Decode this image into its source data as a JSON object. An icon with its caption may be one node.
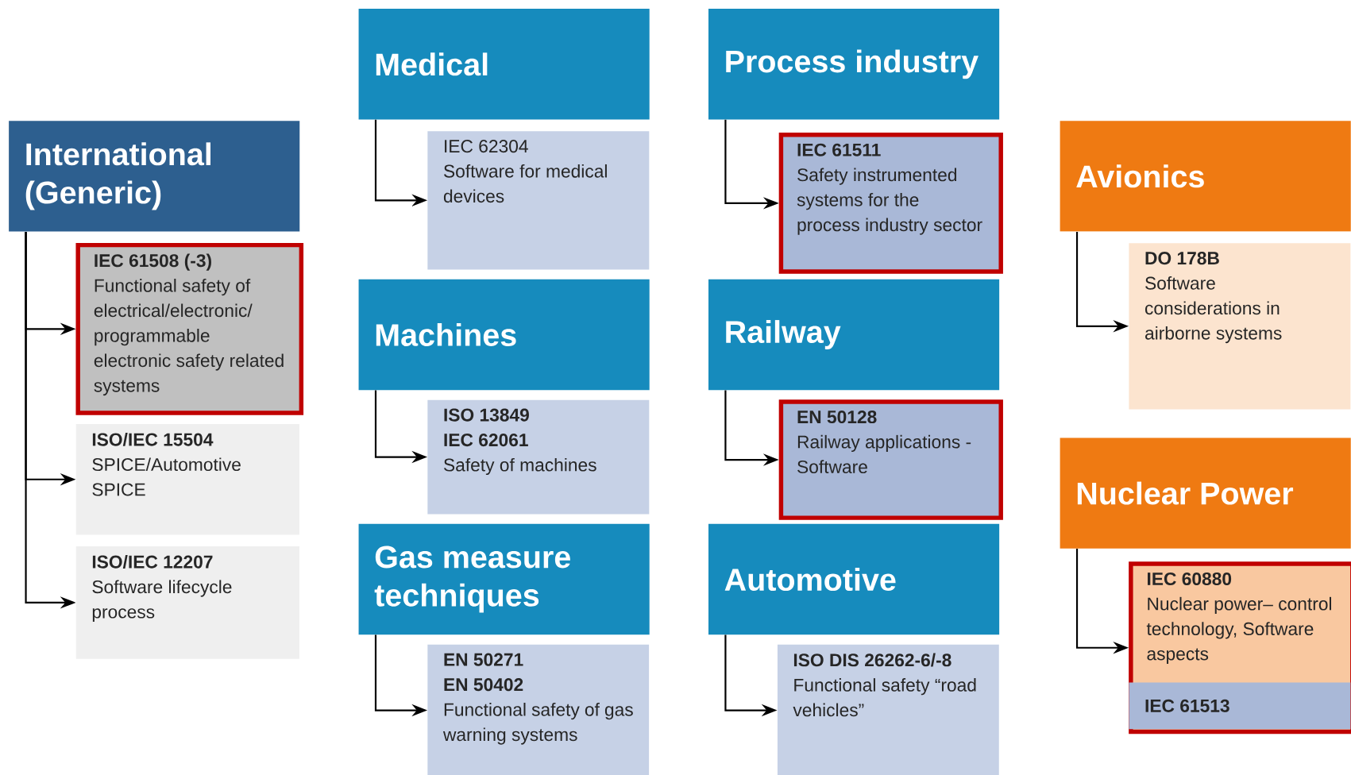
{
  "diagram": {
    "nodes": [
      {
        "text": [
          "International (Generic)"
        ]
      },
      {
        "text": [
          "IEC 61508 (-3)",
          "Functional safety of electrical/electronic/ programmable electronic safety related systems"
        ]
      },
      {
        "text": [
          "ISO/IEC 15504",
          "SPICE/Automotive SPICE"
        ]
      },
      {
        "text": [
          "ISO/IEC 12207",
          "Software lifecycle process"
        ]
      },
      {
        "text": [
          "Medical"
        ]
      },
      {
        "text": [
          "IEC 62304",
          "Software for medical devices"
        ]
      },
      {
        "text": [
          "Machines"
        ]
      },
      {
        "text": [
          "ISO 13849",
          "IEC 62061",
          "Safety of machines"
        ]
      },
      {
        "text": [
          "Gas measure techniques"
        ]
      },
      {
        "text": [
          "EN 50271",
          "EN 50402",
          "Functional safety of gas warning systems"
        ]
      },
      {
        "text": [
          "Process industry"
        ]
      },
      {
        "text": [
          "IEC 61511",
          "Safety instrumented systems for the process industry sector"
        ]
      },
      {
        "text": [
          "Railway"
        ]
      },
      {
        "text": [
          "EN 50128",
          "Railway applications - Software"
        ]
      },
      {
        "text": [
          "Automotive"
        ]
      },
      {
        "text": [
          "ISO DIS 26262-6/-8",
          "Functional safety “road vehicles”"
        ]
      },
      {
        "text": [
          "Avionics"
        ]
      },
      {
        "text": [
          "DO 178B",
          "Software considerations in airborne systems"
        ]
      },
      {
        "text": [
          "Nuclear Power"
        ]
      },
      {
        "text": [
          "IEC 60880",
          "Nuclear power– control technology, Software aspects"
        ]
      },
      {
        "text": [
          "IEC 61513"
        ],
        "in": 19
      }
    ],
    "edges": [
      {
        "from": 0,
        "to": 1,
        "arrow": "to"
      },
      {
        "from": 0,
        "to": 2,
        "arrow": "to"
      },
      {
        "from": 0,
        "to": 3,
        "arrow": "to"
      },
      {
        "from": 4,
        "to": 5,
        "arrow": "to"
      },
      {
        "from": 6,
        "to": 7,
        "arrow": "to"
      },
      {
        "from": 8,
        "to": 9,
        "arrow": "to"
      },
      {
        "from": 10,
        "to": 11,
        "arrow": "to"
      },
      {
        "from": 12,
        "to": 13,
        "arrow": "to"
      },
      {
        "from": 14,
        "to": 15,
        "arrow": "to"
      },
      {
        "from": 16,
        "to": 17,
        "arrow": "to"
      },
      {
        "from": 18,
        "to": 19,
        "arrow": "to"
      }
    ]
  }
}
